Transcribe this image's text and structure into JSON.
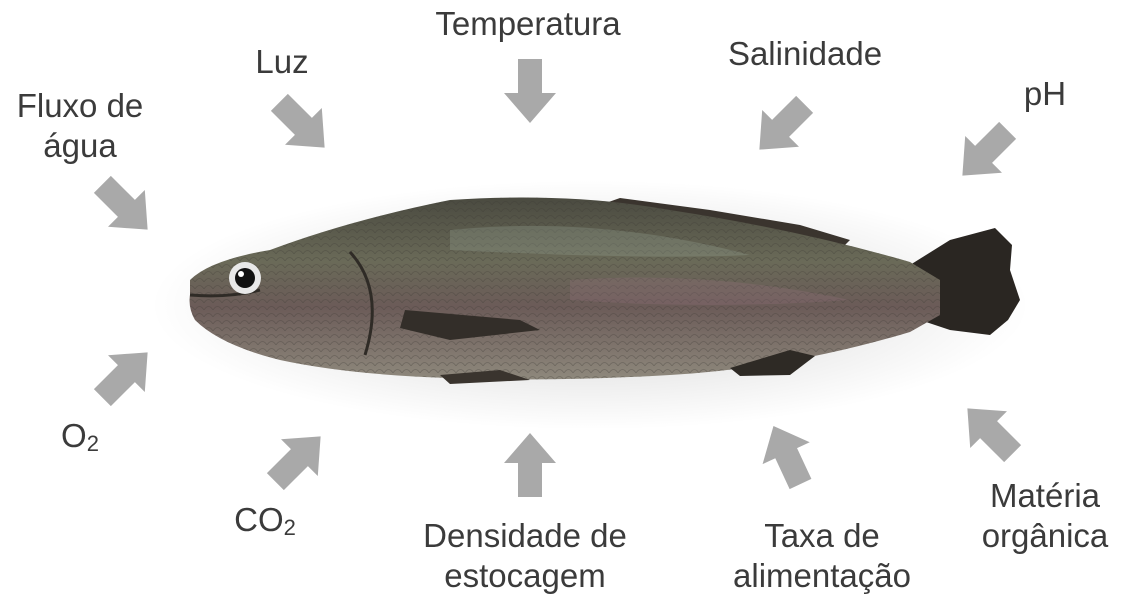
{
  "factors": {
    "temperatura": "Temperatura",
    "luz": "Luz",
    "salinidade": "Salinidade",
    "ph": "pH",
    "fluxo_line1": "Fluxo de",
    "fluxo_line2": "água",
    "o2_base": "O",
    "o2_sub": "2",
    "co2_base": "CO",
    "co2_sub": "2",
    "densidade_line1": "Densidade de",
    "densidade_line2": "estocagem",
    "taxa_line1": "Taxa de",
    "taxa_line2": "alimentação",
    "materia_line1": "Matéria",
    "materia_line2": "orgânica"
  },
  "colors": {
    "arrow": "#a9a9a9",
    "text": "#3b3b3b",
    "fish_body": "#5b554d",
    "fish_belly": "#8a8478",
    "fish_fin": "#2a2622"
  },
  "icons": {
    "arrow": "arrow-icon",
    "fish": "fish-illustration"
  }
}
